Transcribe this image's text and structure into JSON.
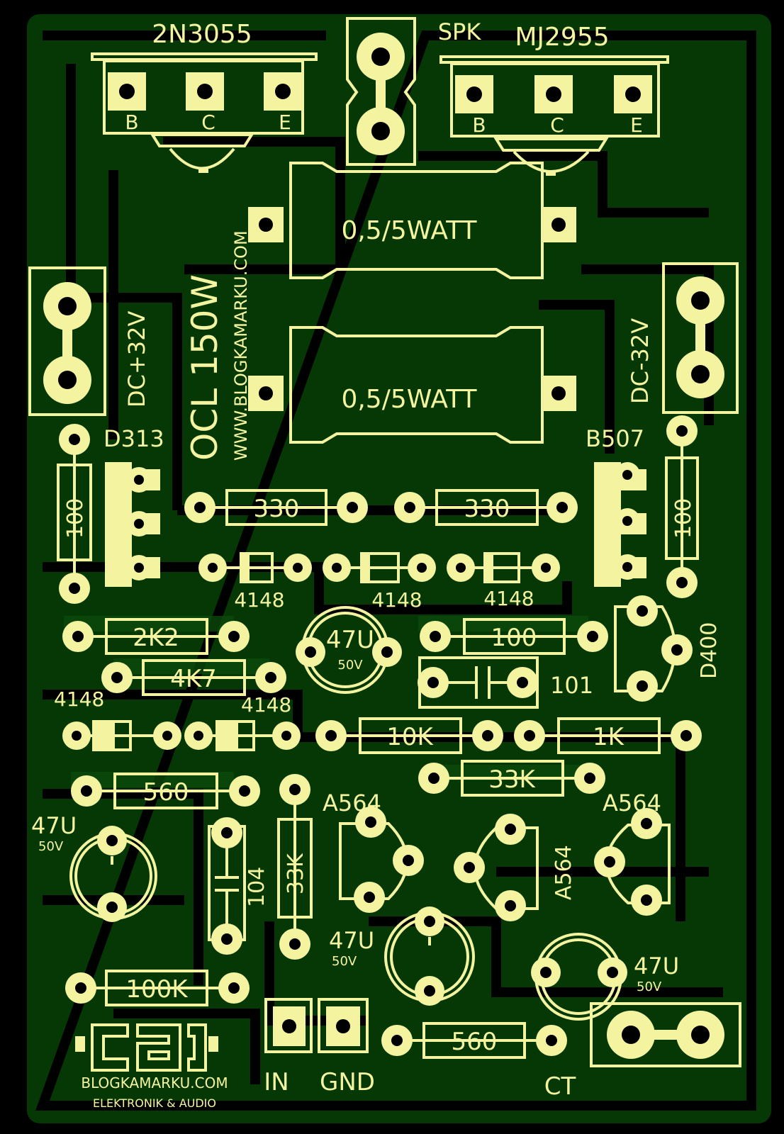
{
  "board": {
    "colors": {
      "background": "#000000",
      "copper": "#063806",
      "trace": "#0b4a0b",
      "silkscreen": "#f4f4a0"
    },
    "title": "OCL 150W",
    "website": "WWW.BLOGKAMARKU.COM",
    "logo": {
      "name": "BLOGKAMARKU.COM",
      "tagline": "ELEKTRONIK & AUDIO"
    },
    "transistors": {
      "npn_power": "2N3055",
      "pnp_power": "MJ2955",
      "driver_npn": "D313",
      "driver_pnp": "B507",
      "vas": "D400",
      "small_1": "A564",
      "small_2": "A564",
      "small_3": "A564"
    },
    "pins": [
      "B",
      "C",
      "E"
    ],
    "connectors": {
      "speaker": "SPK",
      "pos_supply": "DC+32V",
      "neg_supply": "DC-32V",
      "input": "IN",
      "ground": "GND",
      "center_tap": "CT"
    },
    "resistors": {
      "r_emitter_1": "0,5/5WATT",
      "r_emitter_2": "0,5/5WATT",
      "r_330_a": "330",
      "r_330_b": "330",
      "r_100_left": "100",
      "r_100_right": "100",
      "r_2k2": "2K2",
      "r_4k7": "4K7",
      "r_100_mid": "100",
      "r_10k": "10K",
      "r_1k": "1K",
      "r_33k_h": "33K",
      "r_560_a": "560",
      "r_33k_v": "33K",
      "r_100k": "100K",
      "r_560_b": "560"
    },
    "diodes": {
      "d1": "4148",
      "d2": "4148",
      "d3": "4148",
      "d4": "4148",
      "d5": "4148"
    },
    "capacitors": {
      "c_47u_top": "47U",
      "c_47u_top_v": "50V",
      "c_101": "101",
      "c_47u_left": "47U",
      "c_47u_left_v": "50V",
      "c_104": "104",
      "c_47u_mid": "47U",
      "c_47u_mid_v": "50V",
      "c_47u_right": "47U",
      "c_47u_right_v": "50V"
    }
  }
}
